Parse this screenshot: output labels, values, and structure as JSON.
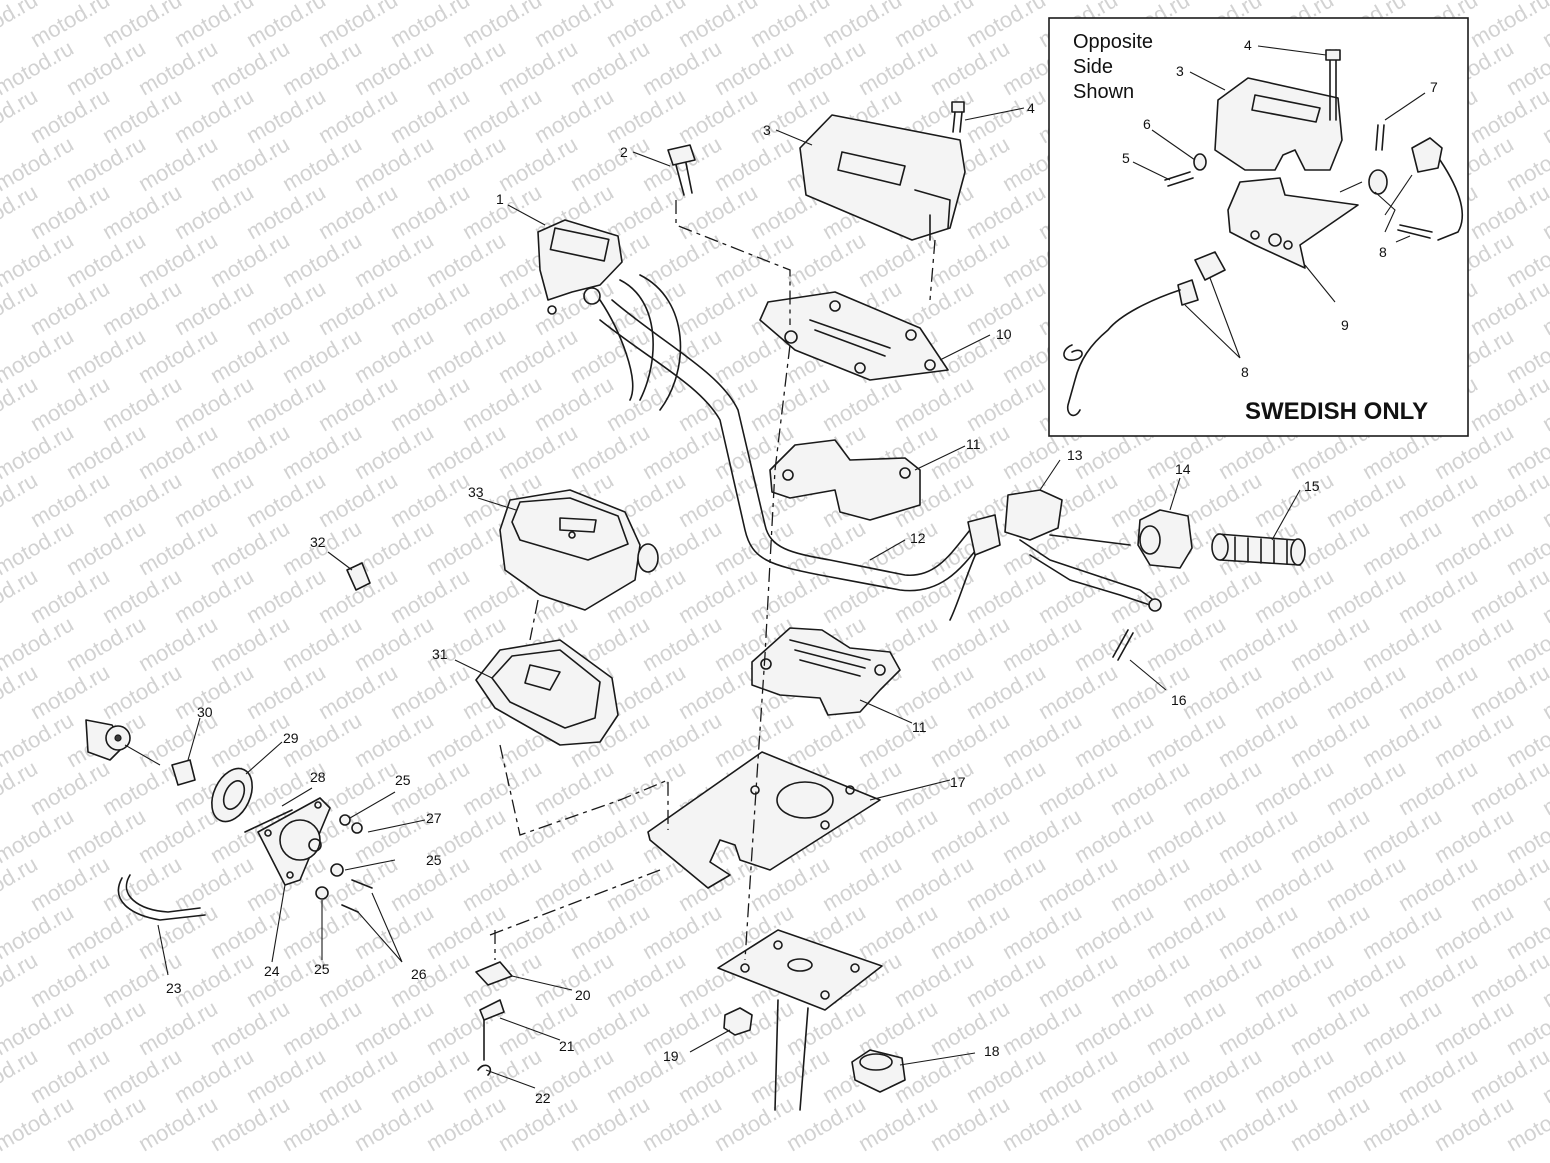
{
  "watermark": "motod.ru",
  "inset": {
    "note_lines": [
      "Opposite",
      "Side",
      "Shown"
    ],
    "badge": "SWEDISH ONLY"
  },
  "callouts": [
    "1",
    "2",
    "3",
    "4",
    "10",
    "11",
    "12",
    "13",
    "14",
    "15",
    "16",
    "11",
    "17",
    "18",
    "19",
    "20",
    "21",
    "22",
    "23",
    "24",
    "25",
    "26",
    "25",
    "25",
    "27",
    "28",
    "29",
    "30",
    "31",
    "32",
    "33",
    "3",
    "4",
    "5",
    "6",
    "7",
    "8",
    "8",
    "9"
  ]
}
